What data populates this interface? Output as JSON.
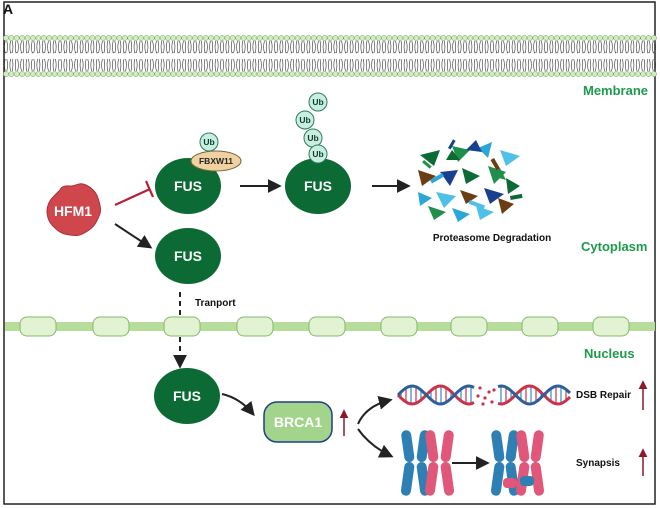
{
  "panel_letter": "A",
  "compartments": {
    "membrane": "Membrane",
    "cytoplasm": "Cytoplasm",
    "nucleus": "Nucleus"
  },
  "nodes": {
    "hfm1": "HFM1",
    "fus_bound": "FUS",
    "fus_ubiquitinated": "FUS",
    "fus_free": "FUS",
    "fus_nuclear": "FUS",
    "brca1": "BRCA1",
    "fbxw11": "FBXW11",
    "ub": "Ub"
  },
  "labels": {
    "proteasome": "Proteasome Degradation",
    "transport": "Tranport",
    "dsb_repair": "DSB Repair",
    "synapsis": "Synapsis"
  },
  "colors": {
    "fus": "#0c6b34",
    "hfm1": "#cf474d",
    "brca1": "#a3d48c",
    "ub": "#c9eedd",
    "fbxw11": "#f0d2a0",
    "compartment_label": "#1e9a4c",
    "inhibit": "#b8213a",
    "up_arrow": "#8b1b2b"
  }
}
